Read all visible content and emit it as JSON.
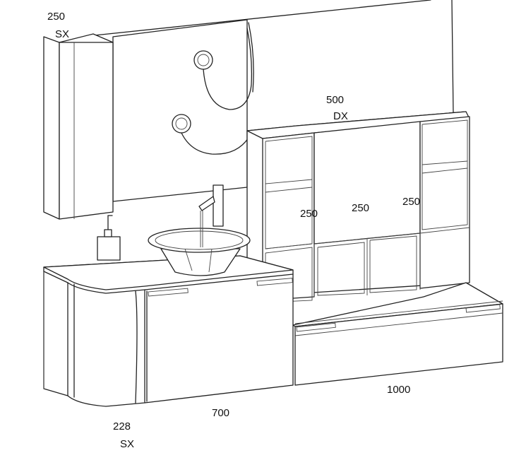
{
  "labels": {
    "tall_unit_width": "250",
    "tall_unit_side": "SX",
    "top_unit_width": "500",
    "top_unit_side": "DX",
    "left_open_width": "250",
    "center_door_width": "250",
    "right_open_width": "250",
    "base_unit_width": "700",
    "low_unit_width": "1000",
    "curved_end_width": "228",
    "curved_end_side": "SX"
  }
}
